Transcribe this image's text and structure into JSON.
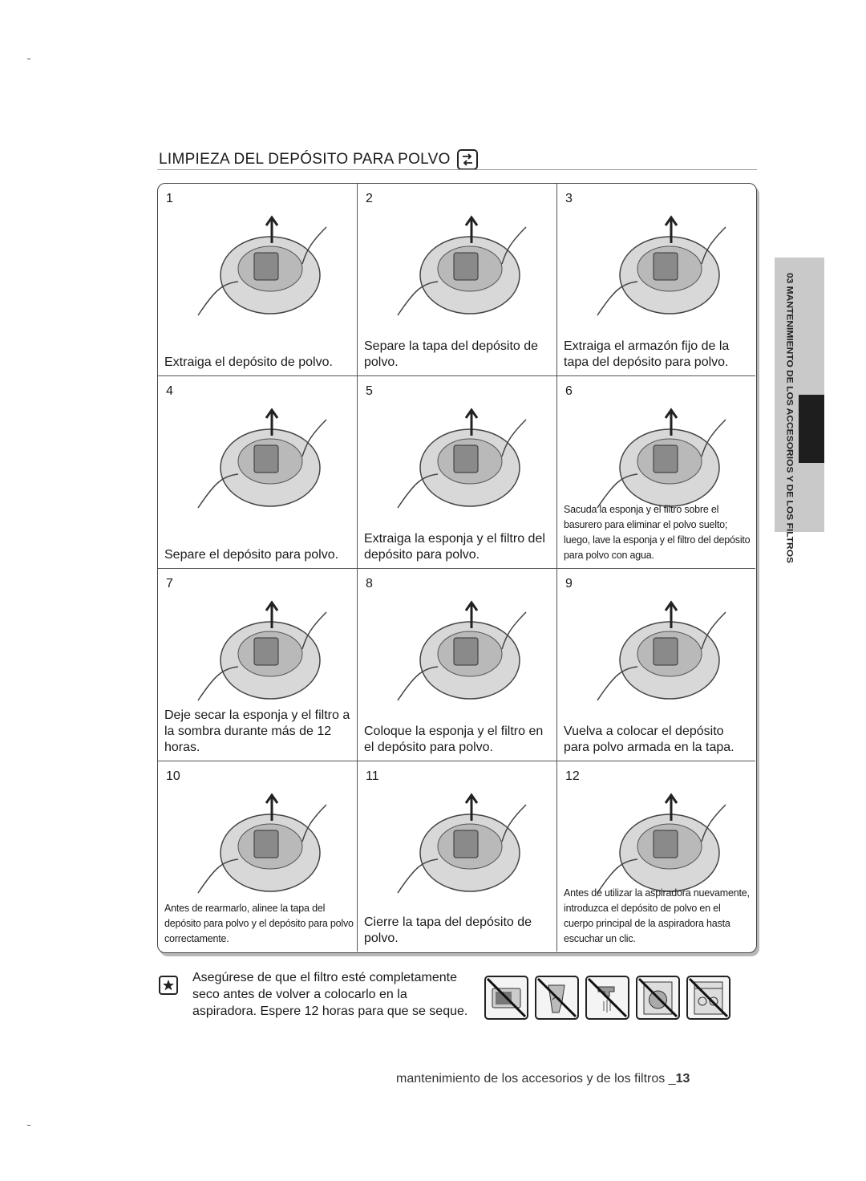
{
  "page": {
    "title": "LIMPIEZA DEL DEPÓSITO PARA POLVO",
    "side_tab": "03 MANTENIMIENTO DE LOS ACCESORIOS Y DE LOS FILTROS",
    "footer_text": "mantenimiento de los accesorios y de los filtros _",
    "footer_page": "13"
  },
  "title_icon": "power-unplug-icon",
  "steps": [
    {
      "num": "1",
      "caption": "Extraiga el depósito de polvo.",
      "icon": "remove-dustbin-illustration"
    },
    {
      "num": "2",
      "caption": "Separe la tapa del depósito de polvo.",
      "icon": "separate-cover-illustration"
    },
    {
      "num": "3",
      "caption": "Extraiga el armazón fijo de la tapa del depósito para polvo.",
      "icon": "remove-frame-illustration"
    },
    {
      "num": "4",
      "caption": "Separe el depósito para polvo.",
      "icon": "separate-bin-illustration"
    },
    {
      "num": "5",
      "caption": "Extraiga la esponja y el filtro del depósito para polvo.",
      "icon": "remove-sponge-illustration"
    },
    {
      "num": "6",
      "caption": "Sacuda la esponja y el filtro sobre el basurero para eliminar el polvo suelto; luego, lave la esponja y el filtro del depósito para polvo con agua.",
      "icon": "wash-filter-illustration"
    },
    {
      "num": "7",
      "caption": "Deje secar la esponja y el filtro a la sombra durante más de 12 horas.",
      "icon": "dry-in-shade-illustration"
    },
    {
      "num": "8",
      "caption": "Coloque la esponja y el filtro en el depósito para polvo.",
      "icon": "insert-sponge-illustration"
    },
    {
      "num": "9",
      "caption": "Vuelva a colocar el depósito para polvo armada en la tapa.",
      "icon": "reattach-bin-illustration"
    },
    {
      "num": "10",
      "caption": "Antes de rearmarlo, alinee la tapa del depósito para polvo y el depósito para polvo correctamente.",
      "icon": "align-cover-illustration"
    },
    {
      "num": "11",
      "caption": "Cierre la tapa del depósito de polvo.",
      "icon": "close-cover-illustration"
    },
    {
      "num": "12",
      "caption": "Antes de utilizar la aspiradora nuevamente, introduzca el depósito de polvo en el cuerpo principal de la aspiradora hasta escuchar un clic.",
      "icon": "insert-dustbin-illustration"
    }
  ],
  "note": {
    "icon": "star-note-icon",
    "text": "Asegúrese de que el filtro esté completamente seco antes de volver a colocarlo en la aspiradora. Espere 12 horas para que se seque."
  },
  "prohibited": [
    "no-microwave-icon",
    "no-hairdryer-icon",
    "no-tap-water-icon",
    "no-washing-machine-icon",
    "no-dishwasher-icon"
  ]
}
